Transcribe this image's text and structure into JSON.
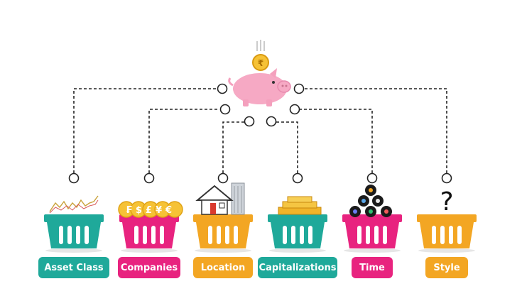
{
  "diagram": {
    "center_icon": "piggy-bank-with-rupee-coin-icon",
    "currency_symbols": "₣$£¥€",
    "rupee_symbol": "₹",
    "question_mark": "?",
    "colors": {
      "teal": "#1fa99a",
      "pink": "#e8237f",
      "gold": "#f3a623",
      "piggy": "#f6a9c4",
      "line": "#222222"
    },
    "baskets": [
      {
        "label": "Asset Class",
        "color": "teal",
        "icon": "stock-chart-icon"
      },
      {
        "label": "Companies",
        "color": "pink",
        "icon": "currency-coins-icon"
      },
      {
        "label": "Location",
        "color": "gold",
        "icon": "house-and-building-icon"
      },
      {
        "label": "Capitalizations",
        "color": "teal",
        "icon": "gold-bars-icon"
      },
      {
        "label": "Time",
        "color": "pink",
        "icon": "crypto-coins-pyramid-icon"
      },
      {
        "label": "Style",
        "color": "gold",
        "icon": "question-mark-icon"
      }
    ]
  }
}
